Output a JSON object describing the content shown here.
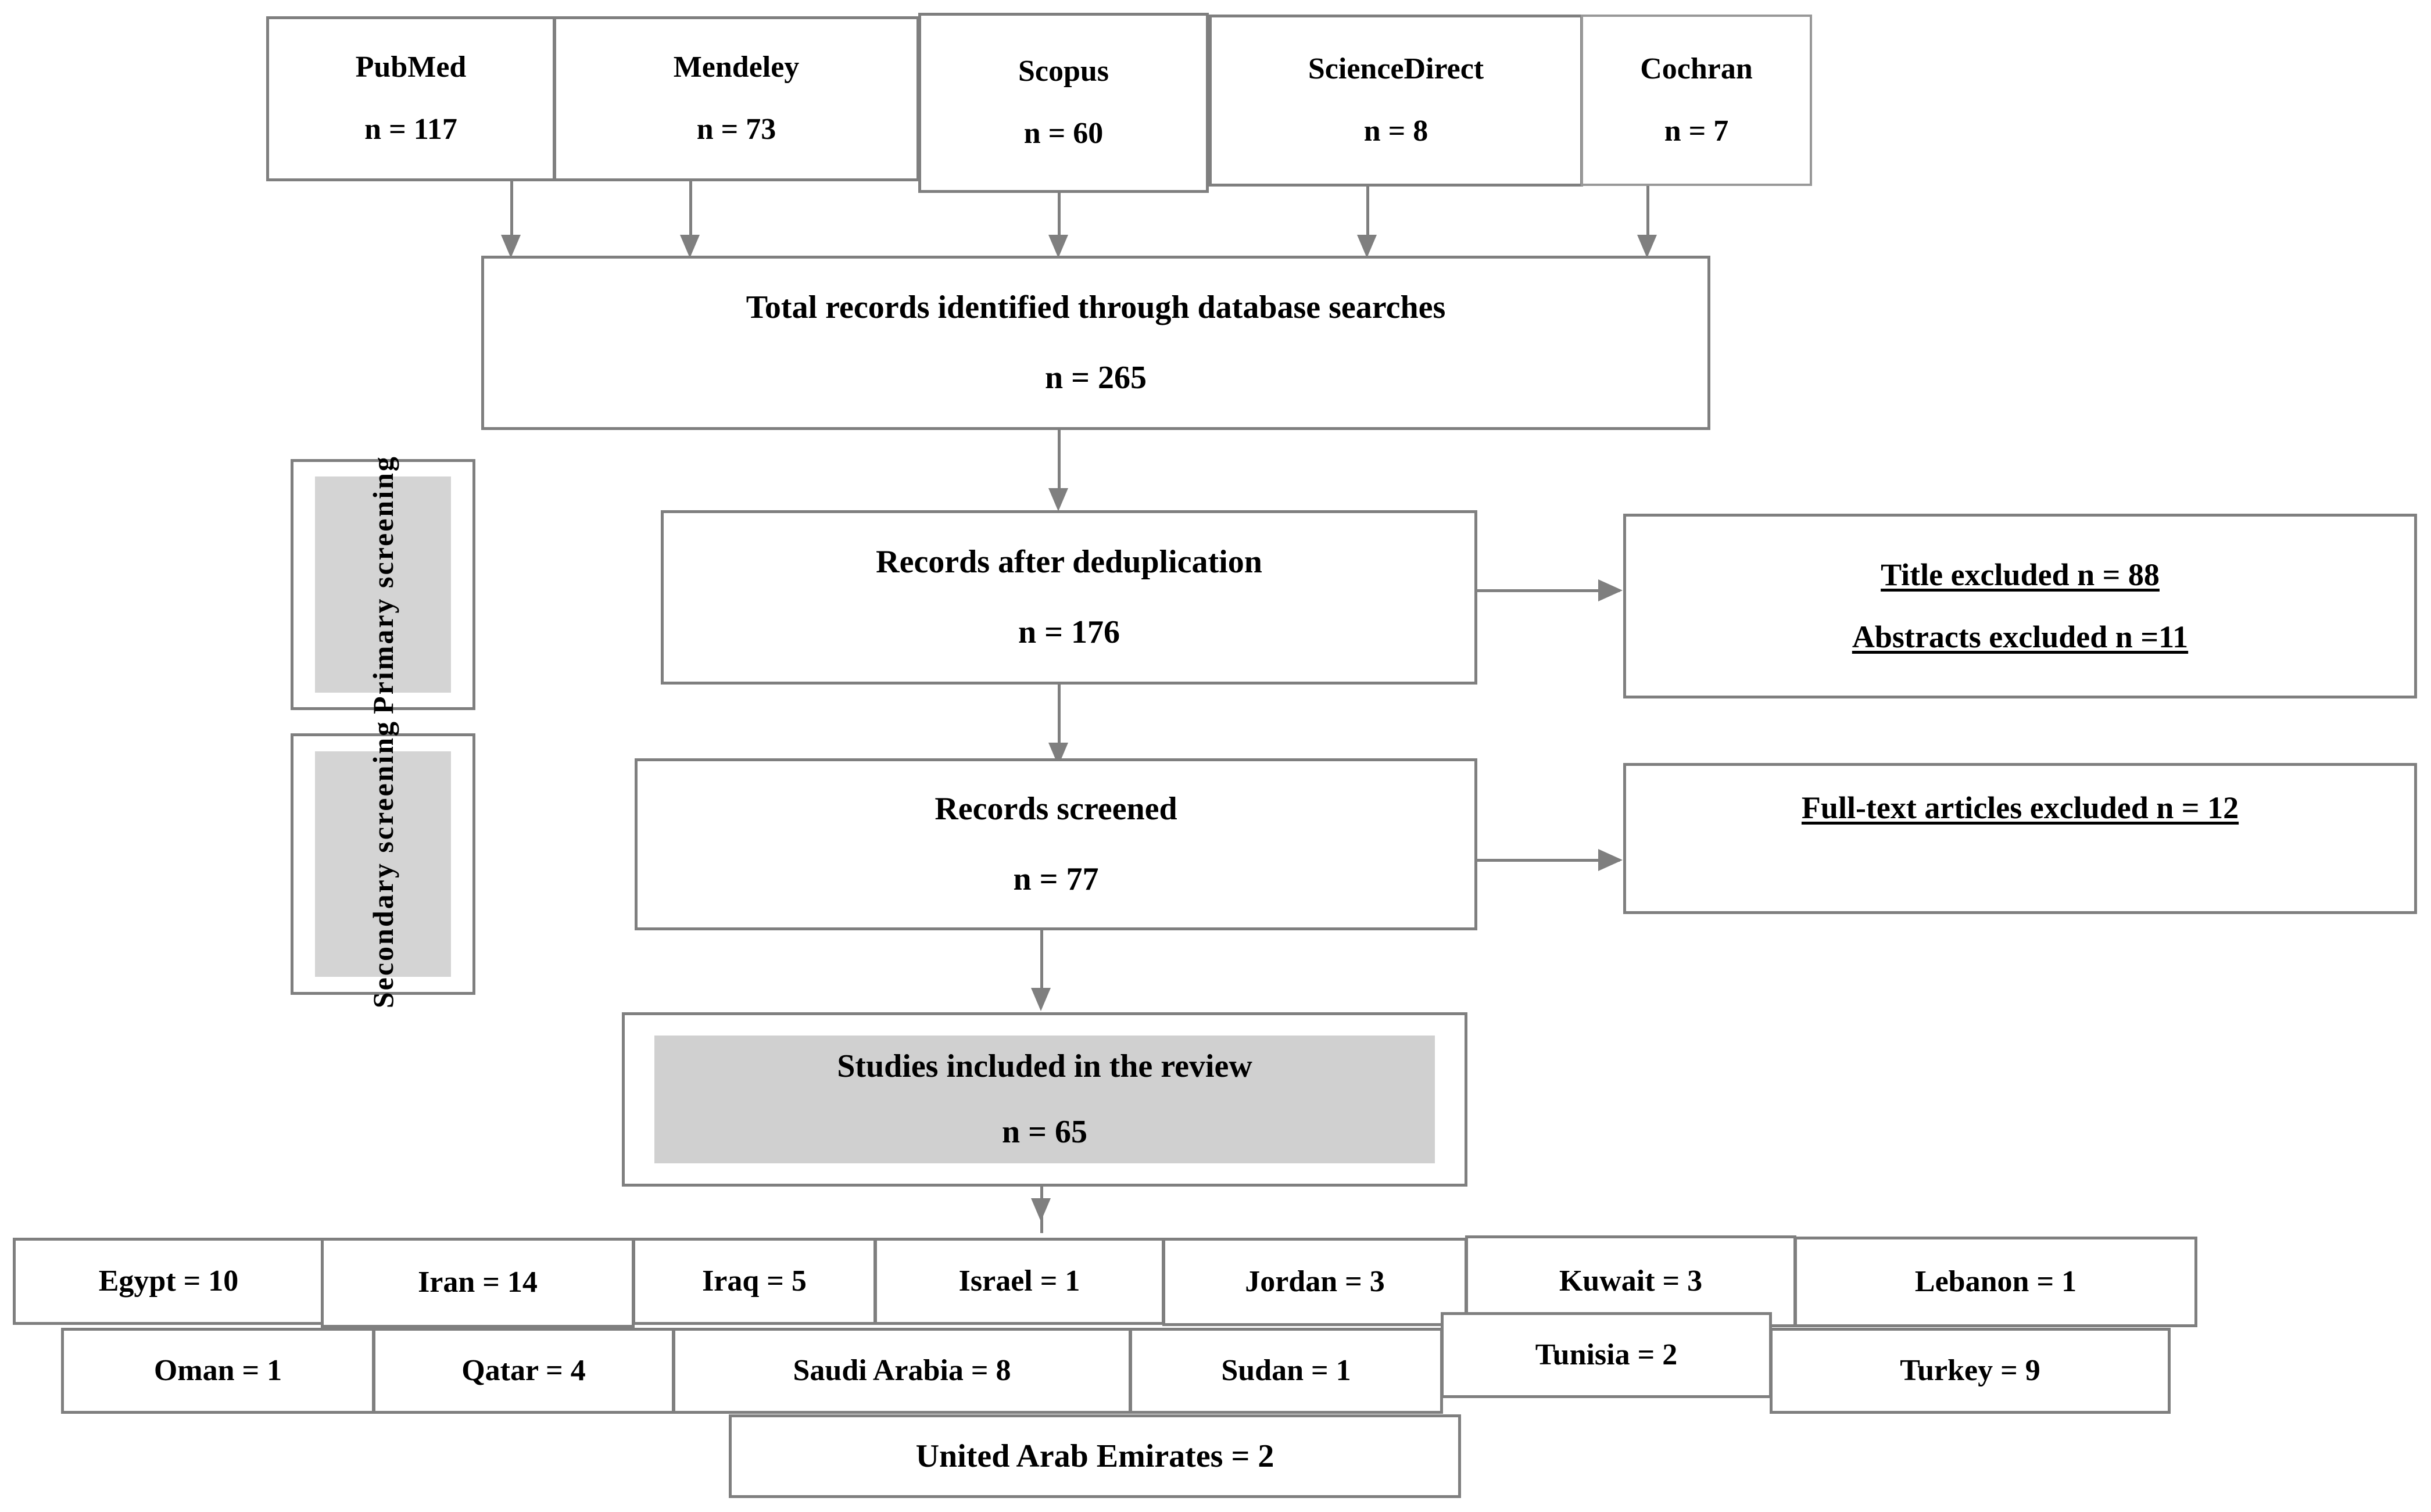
{
  "diagram": {
    "title": "PRISMA study selection flow diagram",
    "colors": {
      "border": "#7f7f7f",
      "stage_label_fill": "#d4d4d4",
      "included_fill": "#d0d0d0",
      "text": "#000000",
      "background": "#ffffff"
    }
  },
  "databases": [
    {
      "name": "PubMed",
      "count": "n = 117"
    },
    {
      "name": "Mendeley",
      "count": "n = 73"
    },
    {
      "name": "Scopus",
      "count": "n = 60"
    },
    {
      "name": "ScienceDirect",
      "count": "n = 8"
    },
    {
      "name": "Cochran",
      "count": "n = 7"
    }
  ],
  "total_records": {
    "label": "Total records identified through database searches",
    "count": "n = 265"
  },
  "stages": {
    "primary": "Primary screening",
    "secondary": "Secondary screening"
  },
  "dedup": {
    "label": "Records after deduplication",
    "count": "n = 176"
  },
  "excluded_primary": {
    "line1": "Title excluded n = 88",
    "line2": "Abstracts excluded n =11"
  },
  "screened": {
    "label": "Records screened",
    "count": "n = 77"
  },
  "excluded_secondary": {
    "line1": "Full-text articles excluded n = 12"
  },
  "included": {
    "label": "Studies included in the review",
    "count": "n = 65"
  },
  "countries": {
    "row1": [
      {
        "label": "Egypt = 10"
      },
      {
        "label": "Iran = 14"
      },
      {
        "label": "Iraq = 5"
      },
      {
        "label": "Israel = 1"
      },
      {
        "label": "Jordan = 3"
      },
      {
        "label": "Kuwait = 3"
      },
      {
        "label": "Lebanon = 1"
      }
    ],
    "row2": [
      {
        "label": "Oman = 1"
      },
      {
        "label": "Qatar = 4"
      },
      {
        "label": "Saudi Arabia = 8"
      },
      {
        "label": "Sudan = 1"
      },
      {
        "label": "Tunisia = 2"
      },
      {
        "label": "Turkey = 9"
      }
    ],
    "row3": [
      {
        "label": "United Arab Emirates = 2"
      }
    ]
  }
}
